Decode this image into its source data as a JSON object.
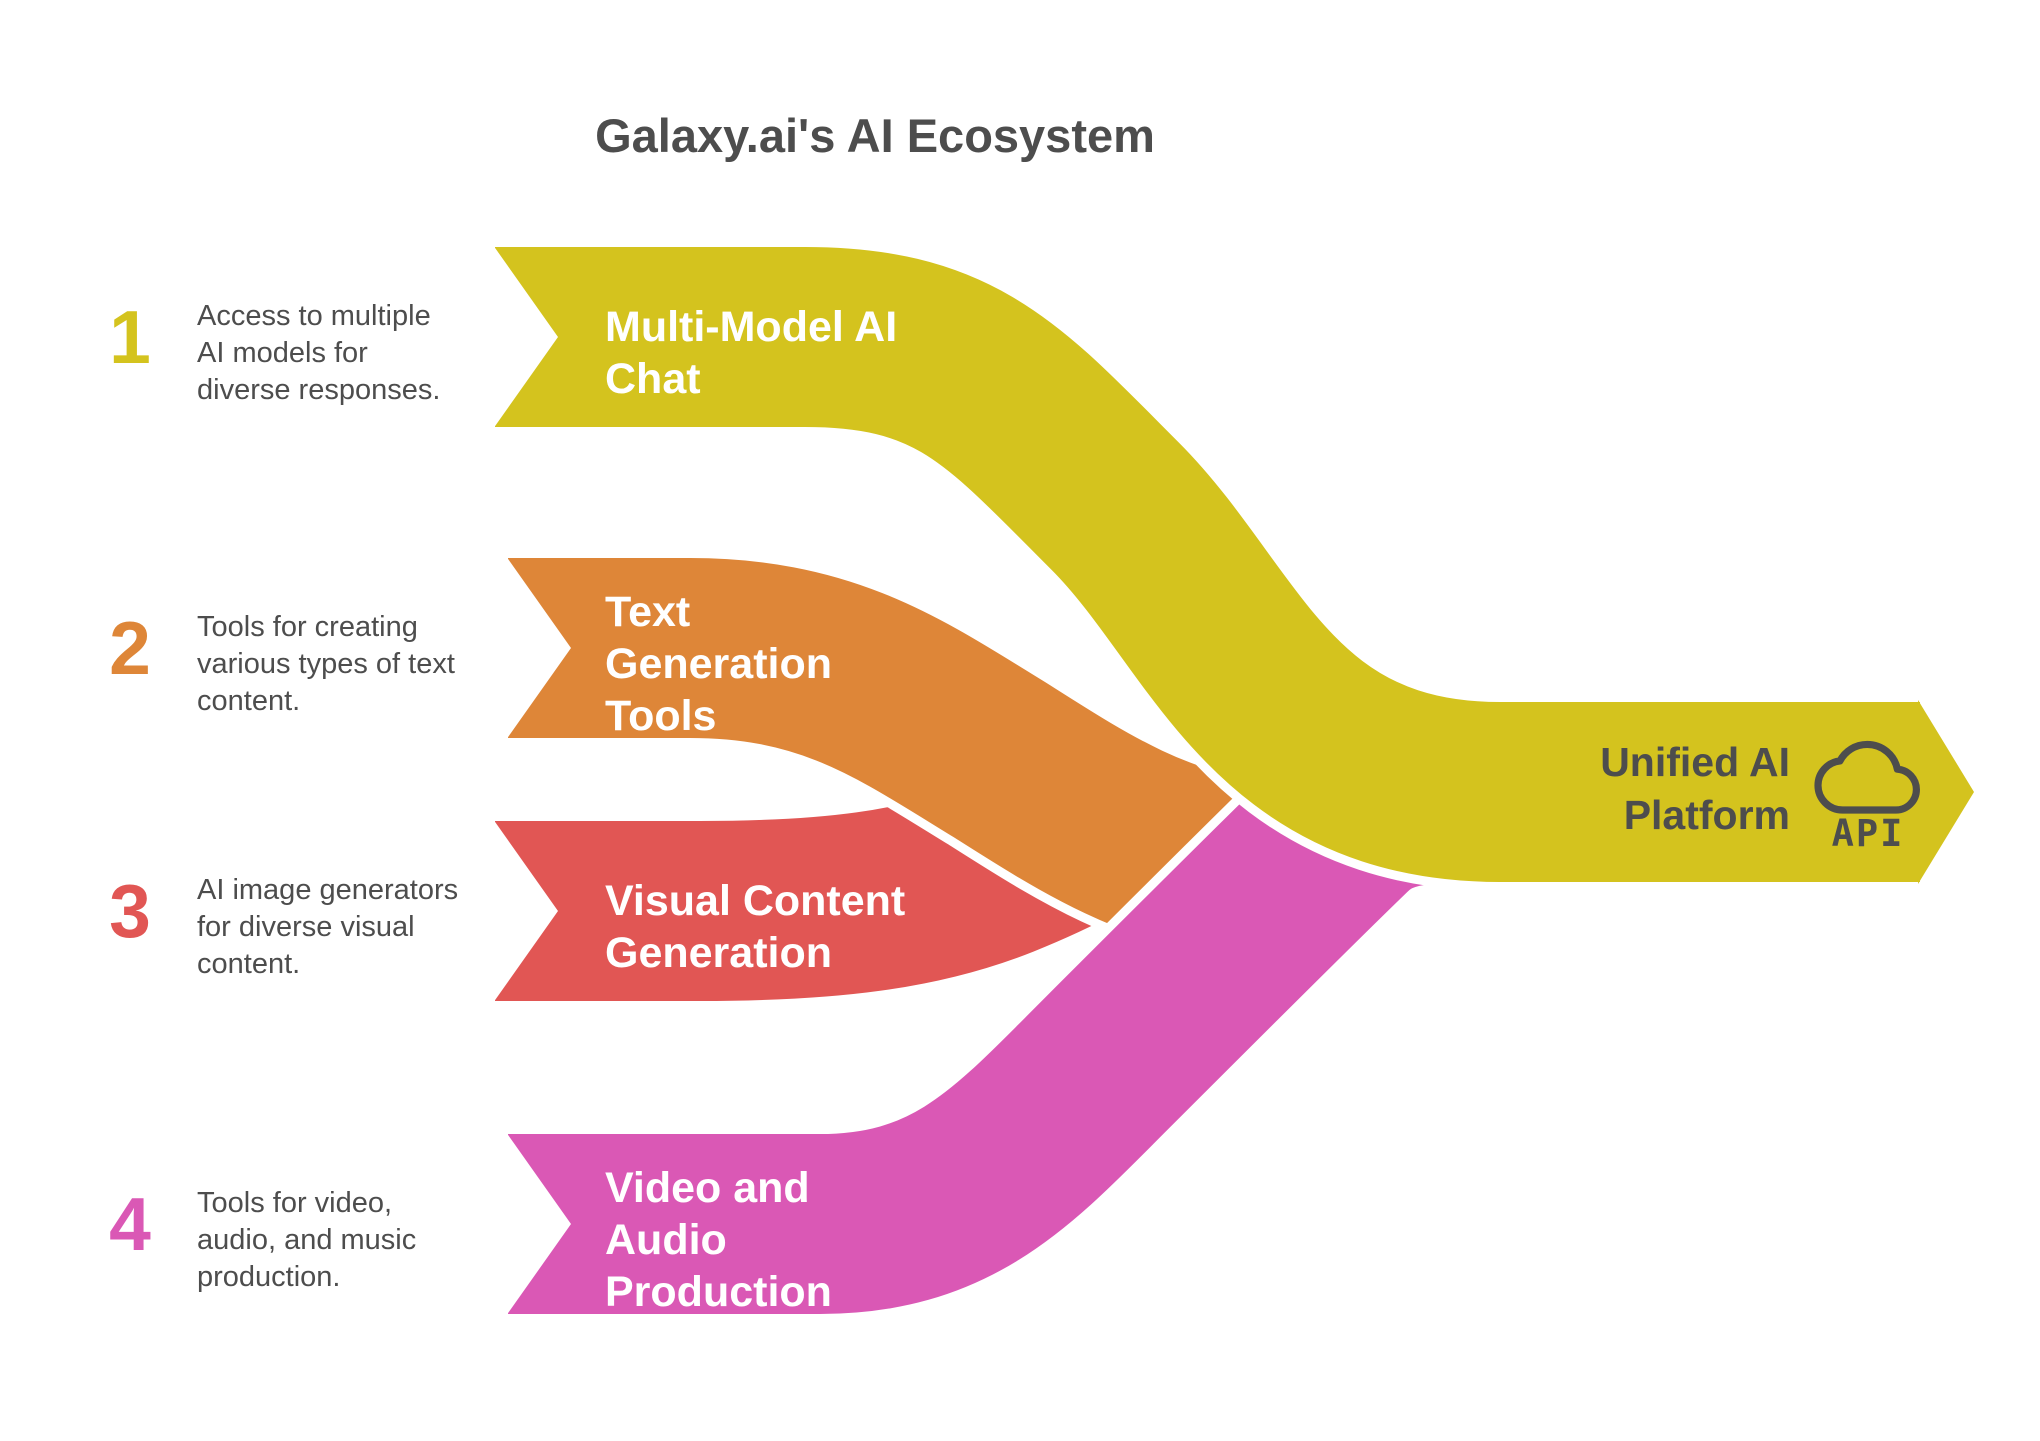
{
  "title": "Galaxy.ai's AI Ecosystem",
  "colors": {
    "yellow": "#d4c31e",
    "orange": "#de8638",
    "red": "#e15654",
    "pink": "#da58b5",
    "text": "#4d4d4d",
    "band_label": "#ffffff",
    "background": "#ffffff"
  },
  "steps": [
    {
      "num": "1",
      "color": "#d4c31e",
      "desc": [
        "Access to multiple",
        "AI models for",
        "diverse responses."
      ],
      "label": [
        "Multi-Model AI",
        "Chat"
      ]
    },
    {
      "num": "2",
      "color": "#de8638",
      "desc": [
        "Tools for creating",
        "various types of text",
        "content."
      ],
      "label": [
        "Text",
        "Generation",
        "Tools"
      ]
    },
    {
      "num": "3",
      "color": "#e15654",
      "desc": [
        "AI image generators",
        "for diverse visual",
        "content."
      ],
      "label": [
        "Visual Content",
        "Generation"
      ]
    },
    {
      "num": "4",
      "color": "#da58b5",
      "desc": [
        "Tools for video,",
        "audio, and music",
        "production."
      ],
      "label": [
        "Video and",
        "Audio",
        "Production"
      ]
    }
  ],
  "platform": {
    "label": [
      "Unified AI",
      "Platform"
    ],
    "api_text": "API",
    "color": "#d4c31e",
    "text_color": "#4d4d4d",
    "icon": "cloud-api-icon"
  }
}
